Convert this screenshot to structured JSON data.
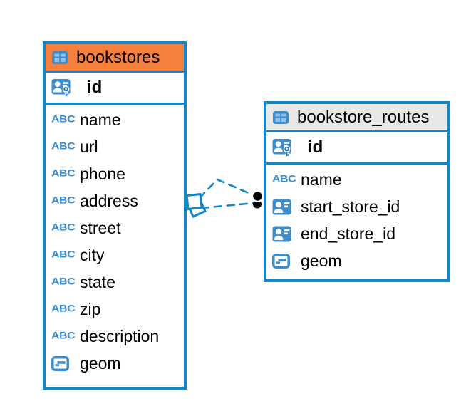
{
  "colors": {
    "table_border": "#1287C8",
    "selected_header_orange": "#F5803D",
    "header_gray": "#E8E8E8",
    "icon_blue": "#3E8CC9",
    "icon_cell_blue": "#8FC0E8",
    "relationship_line": "#1287C8",
    "endpoint_dot": "#000000"
  },
  "icons": {
    "abc_label": "ABC"
  },
  "tables": [
    {
      "title": "bookstores",
      "header_color": "#F5803D",
      "primary_key": {
        "name": "id",
        "icon": "person-badge-key"
      },
      "columns": [
        {
          "name": "name",
          "icon": "abc"
        },
        {
          "name": "url",
          "icon": "abc"
        },
        {
          "name": "phone",
          "icon": "abc"
        },
        {
          "name": "address",
          "icon": "abc"
        },
        {
          "name": "street",
          "icon": "abc"
        },
        {
          "name": "city",
          "icon": "abc"
        },
        {
          "name": "state",
          "icon": "abc"
        },
        {
          "name": "zip",
          "icon": "abc"
        },
        {
          "name": "description",
          "icon": "abc"
        },
        {
          "name": "geom",
          "icon": "geometry"
        }
      ]
    },
    {
      "title": "bookstore_routes",
      "header_color": "#E8E8E8",
      "primary_key": {
        "name": "id",
        "icon": "person-badge-key"
      },
      "columns": [
        {
          "name": "name",
          "icon": "abc"
        },
        {
          "name": "start_store_id",
          "icon": "person-badge"
        },
        {
          "name": "end_store_id",
          "icon": "person-badge"
        },
        {
          "name": "geom",
          "icon": "geometry"
        }
      ]
    }
  ],
  "relationship": {
    "from_table": "bookstores",
    "to_table": "bookstore_routes",
    "line_style": "dashed",
    "from_symbol": "overlapping-squares",
    "to_symbol": "double-dot",
    "line_count": 2
  }
}
